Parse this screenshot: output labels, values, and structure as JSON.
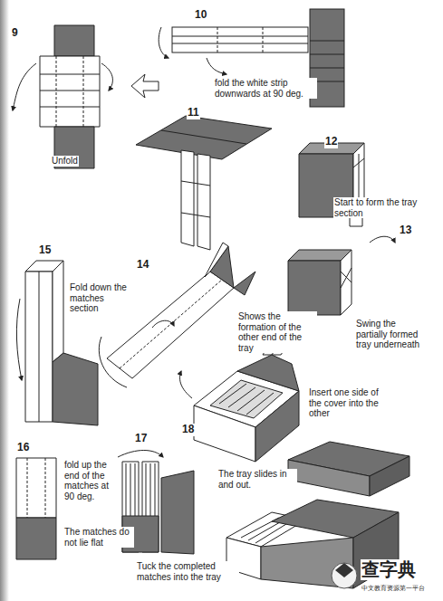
{
  "diagram": {
    "labels": [
      "9",
      "10",
      "fold the white strip downwards at 90 deg.",
      "11",
      "Unfold",
      "12",
      "Start to form the tray section",
      "15",
      "14",
      "13",
      "Fold down the matches section",
      "Shows the formation of the other end of the tray",
      "Swing the partially formed tray underneath",
      "18",
      "Insert one side of the cover into the other",
      "17",
      "16",
      "fold up the end of the matches at 90 deg.",
      "The matches do not lie flat",
      "The tray slides in and out.",
      "Tuck the completed matches into the tray",
      "查字典",
      "中文教育资源第一平台"
    ]
  }
}
